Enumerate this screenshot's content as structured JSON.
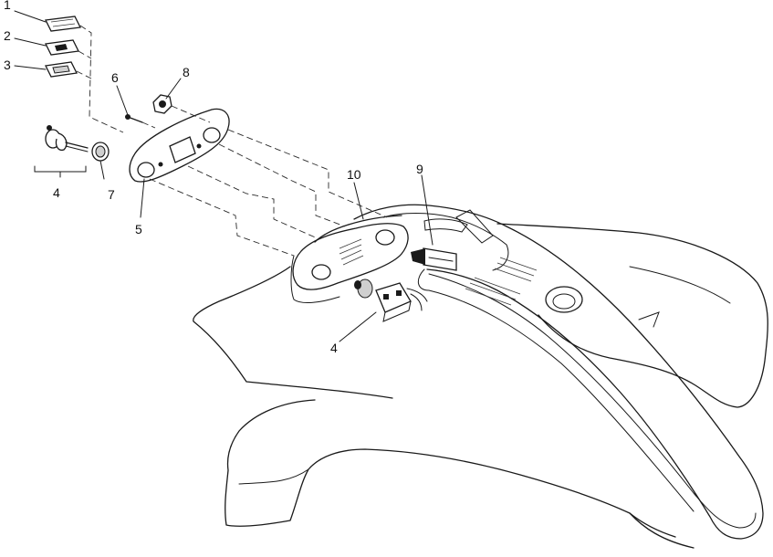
{
  "callouts": [
    {
      "id": "c1",
      "text": "1"
    },
    {
      "id": "c2",
      "text": "2"
    },
    {
      "id": "c3",
      "text": "3"
    },
    {
      "id": "c4a",
      "text": "4"
    },
    {
      "id": "c4b",
      "text": "4"
    },
    {
      "id": "c5",
      "text": "5"
    },
    {
      "id": "c6",
      "text": "6"
    },
    {
      "id": "c7",
      "text": "7"
    },
    {
      "id": "c8",
      "text": "8"
    },
    {
      "id": "c9",
      "text": "9"
    },
    {
      "id": "c10",
      "text": "10"
    }
  ],
  "colors": {
    "ink": "#1a1a1a",
    "paper": "#ffffff"
  }
}
